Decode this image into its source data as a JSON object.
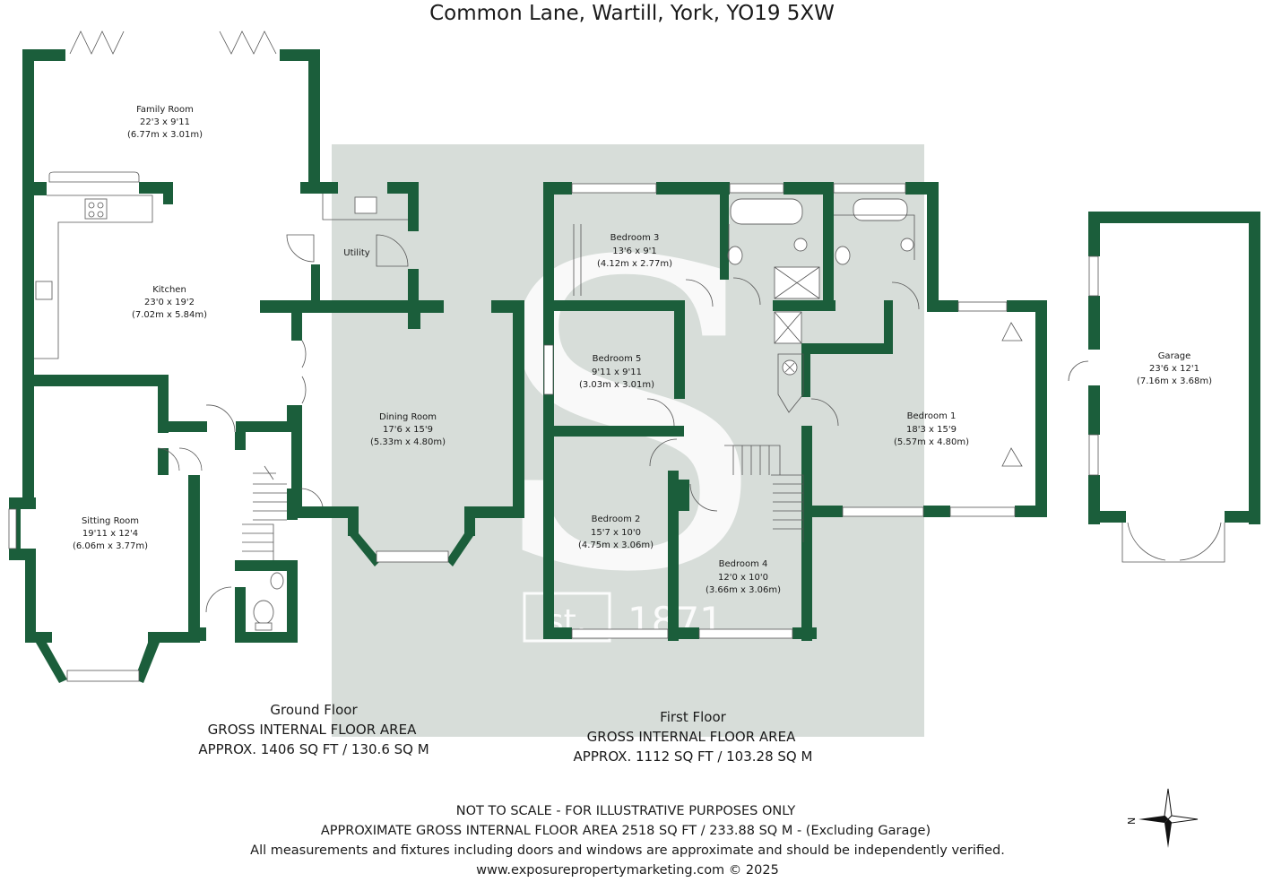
{
  "title": "Common Lane, Wartill, York, YO19 5XW",
  "colors": {
    "wall": "#1b5e3b",
    "first_floor_bg": "#d7ddd9",
    "watermark": "#ffffff"
  },
  "watermark": {
    "letter": "S",
    "st": "st.",
    "year": "1871"
  },
  "rooms": {
    "family": {
      "name": "Family Room",
      "imperial": "22'3 x 9'11",
      "metric": "(6.77m x 3.01m)"
    },
    "kitchen": {
      "name": "Kitchen",
      "imperial": "23'0 x 19'2",
      "metric": "(7.02m x 5.84m)"
    },
    "utility": {
      "name": "Utility"
    },
    "dining": {
      "name": "Dining Room",
      "imperial": "17'6 x 15'9",
      "metric": "(5.33m x 4.80m)"
    },
    "sitting": {
      "name": "Sitting Room",
      "imperial": "19'11 x 12'4",
      "metric": "(6.06m x 3.77m)"
    },
    "bed3": {
      "name": "Bedroom 3",
      "imperial": "13'6 x 9'1",
      "metric": "(4.12m x 2.77m)"
    },
    "bed5": {
      "name": "Bedroom 5",
      "imperial": "9'11 x 9'11",
      "metric": "(3.03m x 3.01m)"
    },
    "bed2": {
      "name": "Bedroom 2",
      "imperial": "15'7 x 10'0",
      "metric": "(4.75m x 3.06m)"
    },
    "bed4": {
      "name": "Bedroom 4",
      "imperial": "12'0 x 10'0",
      "metric": "(3.66m x 3.06m)"
    },
    "bed1": {
      "name": "Bedroom 1",
      "imperial": "18'3 x 15'9",
      "metric": "(5.57m x 4.80m)"
    },
    "garage": {
      "name": "Garage",
      "imperial": "23'6 x 12'1",
      "metric": "(7.16m x 3.68m)"
    }
  },
  "floors": {
    "ground": {
      "name": "Ground Floor",
      "area_label": "GROSS INTERNAL FLOOR AREA",
      "area": "APPROX. 1406 SQ FT / 130.6 SQ M"
    },
    "first": {
      "name": "First Floor",
      "area_label": "GROSS INTERNAL FLOOR AREA",
      "area": "APPROX. 1112 SQ FT / 103.28 SQ M"
    }
  },
  "footer": {
    "line1": "NOT TO SCALE - FOR ILLUSTRATIVE PURPOSES ONLY",
    "line2": "APPROXIMATE GROSS INTERNAL FLOOR AREA 2518 SQ FT / 233.88 SQ M - (Excluding Garage)",
    "line3": "All measurements and fixtures including doors and windows are approximate and should be independently verified.",
    "line4": "www.exposurepropertymarketing.com © 2025"
  },
  "compass": {
    "label": "N",
    "icon": "compass-icon"
  }
}
